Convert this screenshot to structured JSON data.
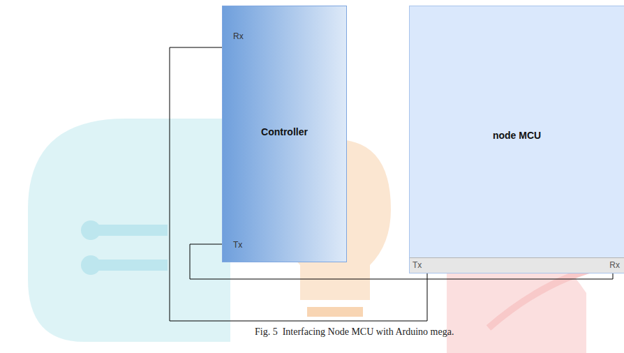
{
  "diagram": {
    "caption": "Fig. 5  Interfacing Node MCU with Arduino mega.",
    "nodes": [
      {
        "text": [
          "Rx",
          "Controller",
          "Tx"
        ]
      },
      {
        "text": [
          "node MCU",
          "Tx",
          "Rx"
        ]
      }
    ],
    "edges": [
      {
        "from": 0,
        "to": 1,
        "arrow": "none"
      },
      {
        "from": 0,
        "to": 1,
        "arrow": "none"
      }
    ]
  }
}
